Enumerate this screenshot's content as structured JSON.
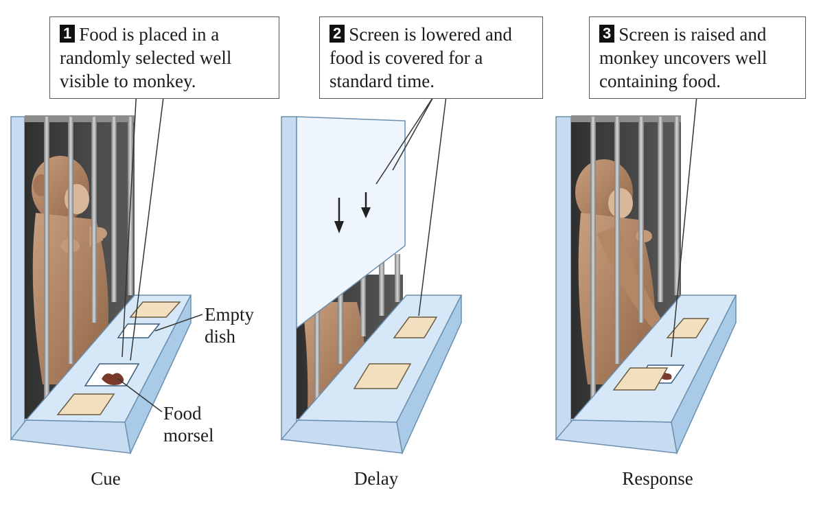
{
  "panels": [
    {
      "number": "1",
      "caption": "Cue",
      "text_lines": [
        "Food is placed in a",
        "randomly selected well",
        "visible to monkey."
      ]
    },
    {
      "number": "2",
      "caption": "Delay",
      "text_lines": [
        "Screen is lowered and",
        "food is covered for a",
        "standard time."
      ]
    },
    {
      "number": "3",
      "caption": "Response",
      "text_lines": [
        "Screen is raised and",
        "monkey uncovers well",
        "containing food."
      ]
    }
  ],
  "labels": {
    "empty_dish": [
      "Empty",
      "dish"
    ],
    "food_morsel": [
      "Food",
      "morsel"
    ]
  },
  "icons": [
    "monkey-illustration",
    "cage-bars",
    "down-arrow",
    "food-morsel"
  ],
  "colors": {
    "platform": "#d6e8f7",
    "platform_edge": "#a9cbe8",
    "cage_bar": "#9a9a9a",
    "cover": "#f1dfc0",
    "monkey_fur": "#b4896a",
    "screen": "#eef5fc",
    "food": "#7a3a2a"
  }
}
